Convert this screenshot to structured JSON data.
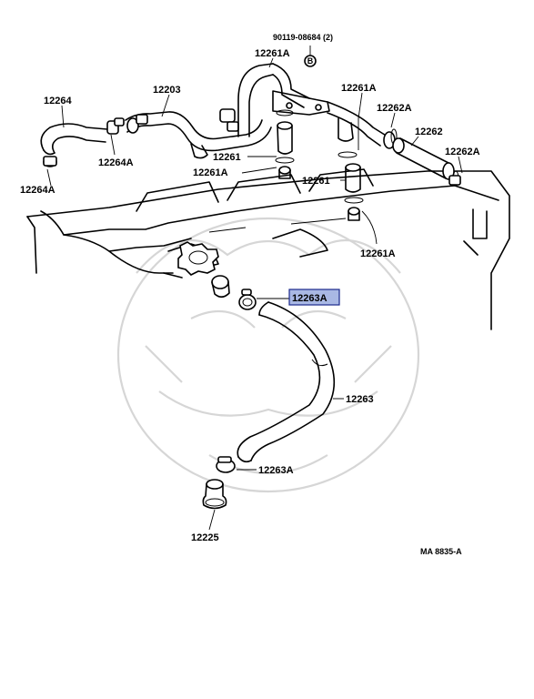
{
  "labels": {
    "bolt": "90119-08684 (2)",
    "bolt_marker": "B",
    "p12203": "12203",
    "p12261A_top": "12261A",
    "p12261A_right": "12261A",
    "p12264": "12264",
    "p12264A_mid": "12264A",
    "p12264A_bottom": "12264A",
    "p12262A_top": "12262A",
    "p12262": "12262",
    "p12262A_right": "12262A",
    "p12261_left": "12261",
    "p12261A_left": "12261A",
    "p12261_mid": "12261",
    "p12261A_low": "12261A",
    "p12263A_highlight": "12263A",
    "p12263": "12263",
    "p12263A_bottom": "12263A",
    "p12225": "12225",
    "diagram_code": "MA 8835-A"
  },
  "colors": {
    "highlight_fill": "#a9b8e4",
    "highlight_border": "#1b2a8c",
    "line": "#000000",
    "watermark": "#d6d6d6"
  }
}
